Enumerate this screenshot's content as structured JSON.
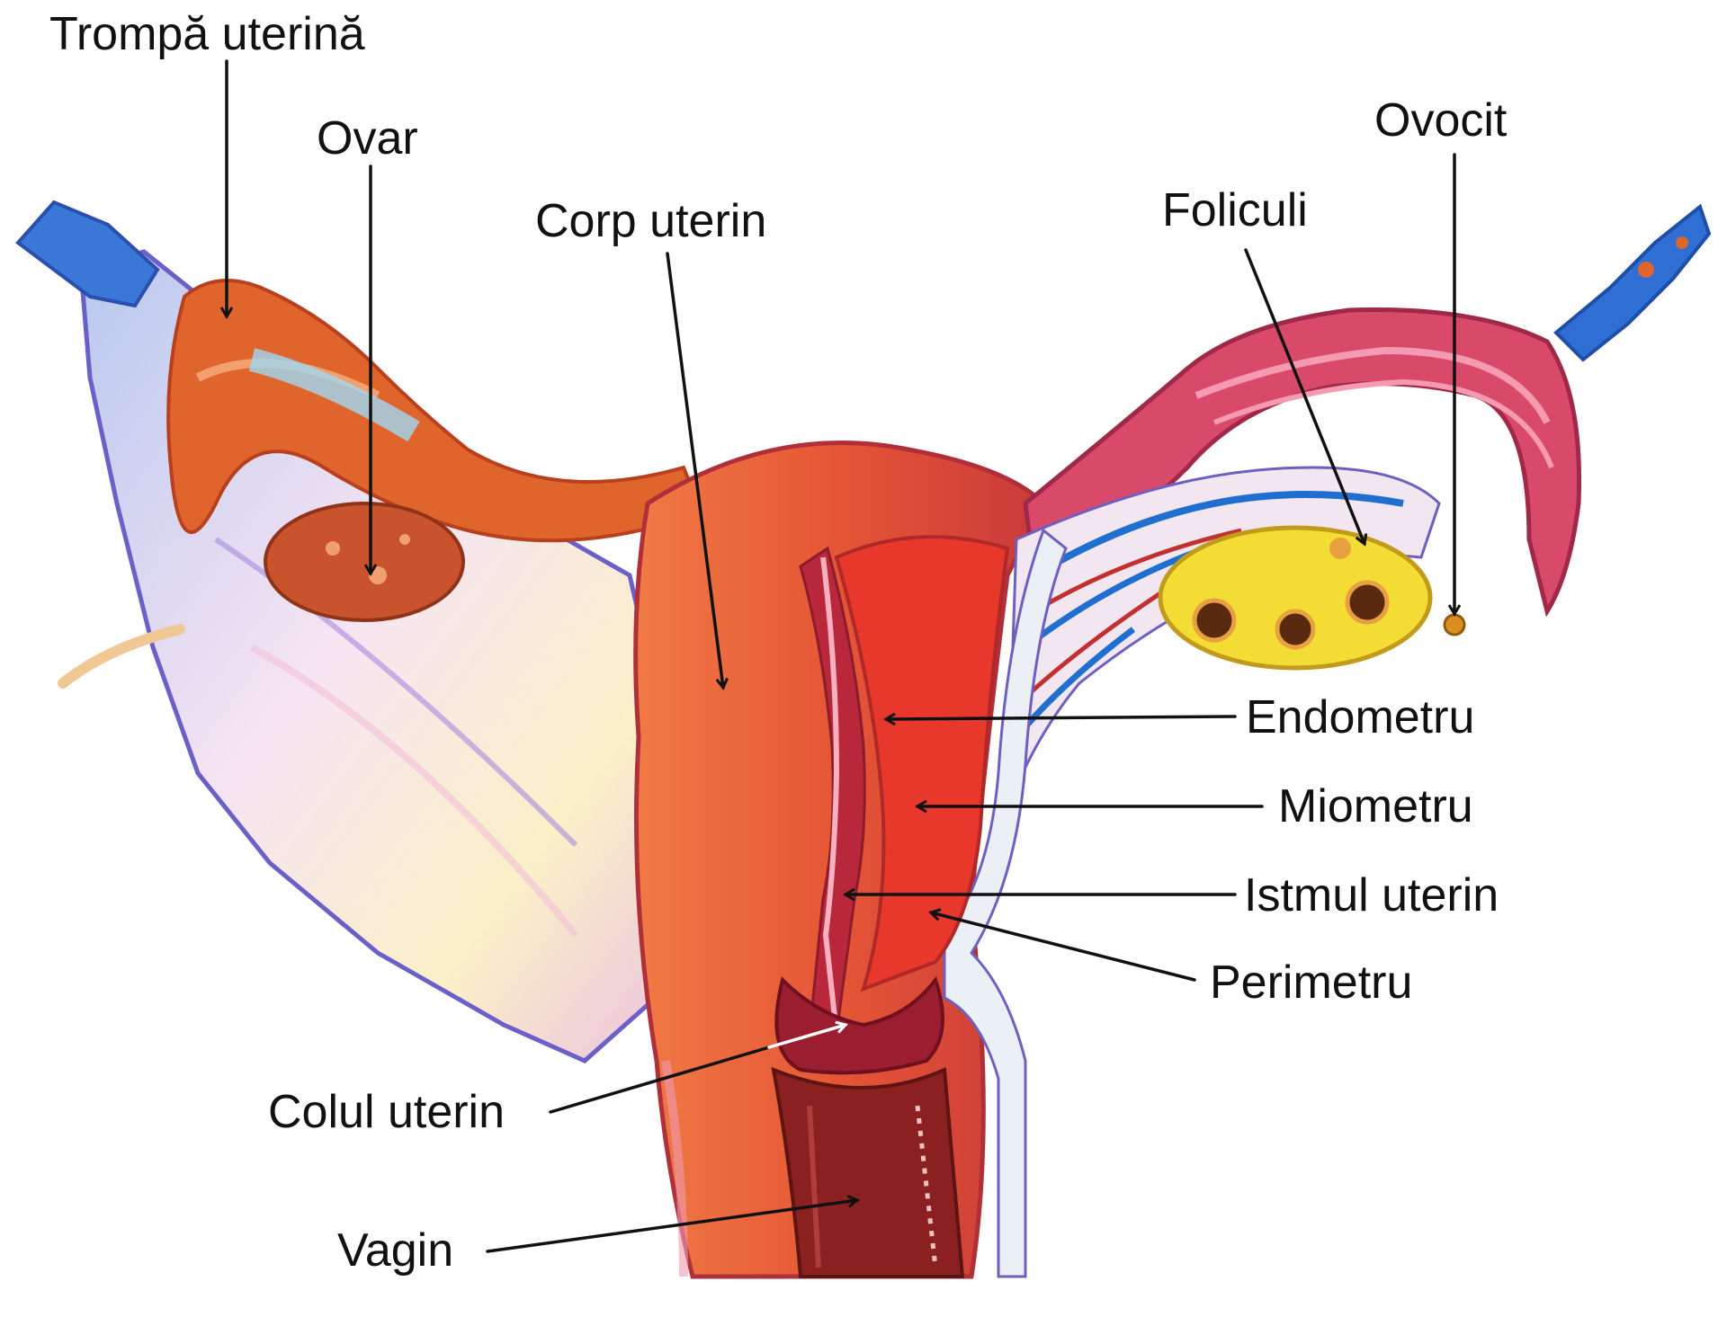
{
  "labels": {
    "trompa": "Trompă uterină",
    "ovar": "Ovar",
    "corp": "Corp uterin",
    "foliculi": "Foliculi",
    "ovocit": "Ovocit",
    "endometru": "Endometru",
    "miometru": "Miometru",
    "istmul": "Istmul uterin",
    "perimetru": "Perimetru",
    "colul": "Colul uterin",
    "vagin": "Vagin"
  },
  "colors": {
    "uterus": "#e04a3a",
    "tissue_pink": "#d94a6a",
    "tube_orange": "#e0652c",
    "ligament": "#e8d8f0",
    "vessel_blue": "#1f6fd1",
    "follicle_yellow": "#f3dd35",
    "arrow": "#111111",
    "arrow_on_tissue": "#ffffff"
  }
}
